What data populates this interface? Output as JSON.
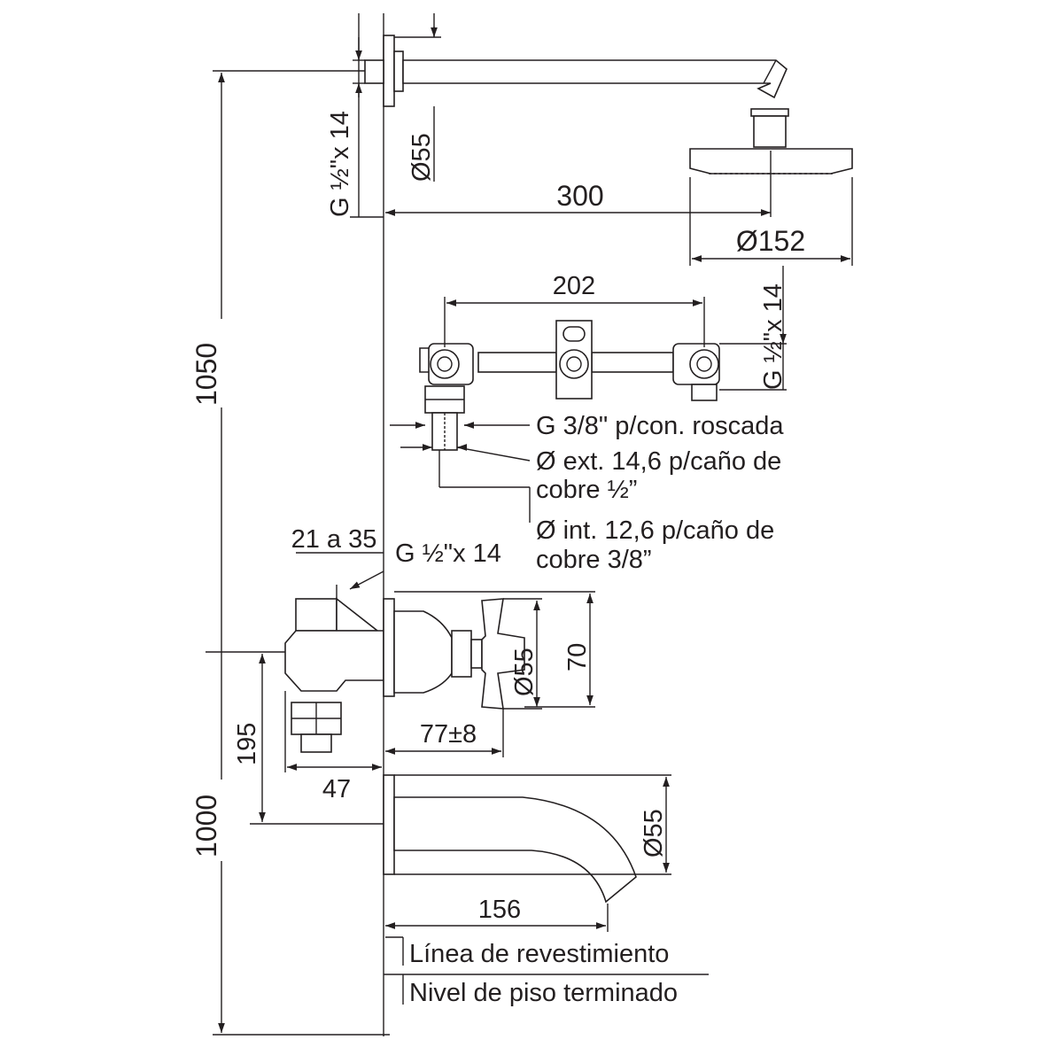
{
  "dimensions": {
    "total_height": "1050",
    "spout_height": "1000",
    "valve_drop": "195",
    "valve_depth": "47",
    "wall_depth_range": "21 a 35",
    "flange_diameter_arm": "Ø55",
    "flange_diameter_valve": "Ø55",
    "flange_diameter_spout": "Ø55",
    "shower_arm_length": "300",
    "shower_head_diameter": "Ø152",
    "valve_spacing": "202",
    "valve_flange_height": "70",
    "handle_projection": "77±8",
    "spout_length": "156"
  },
  "threads": {
    "arm_thread": "G ½\"x 14",
    "body_thread": "G ½\"x 14",
    "valve_thread": "G ½\"x 14",
    "connector_thread": "G 3/8\" p/con. roscada"
  },
  "notes": {
    "ext_line1": "Ø ext. 14,6 p/caño de",
    "ext_line2": "cobre ½”",
    "int_line1": "Ø int. 12,6 p/caño de",
    "int_line2": "cobre 3/8”"
  },
  "reference_lines": {
    "wall_line": "Línea de revestimiento",
    "floor_line": "Nivel de piso terminado"
  },
  "colors": {
    "ink": "#231f20",
    "background": "#ffffff"
  }
}
